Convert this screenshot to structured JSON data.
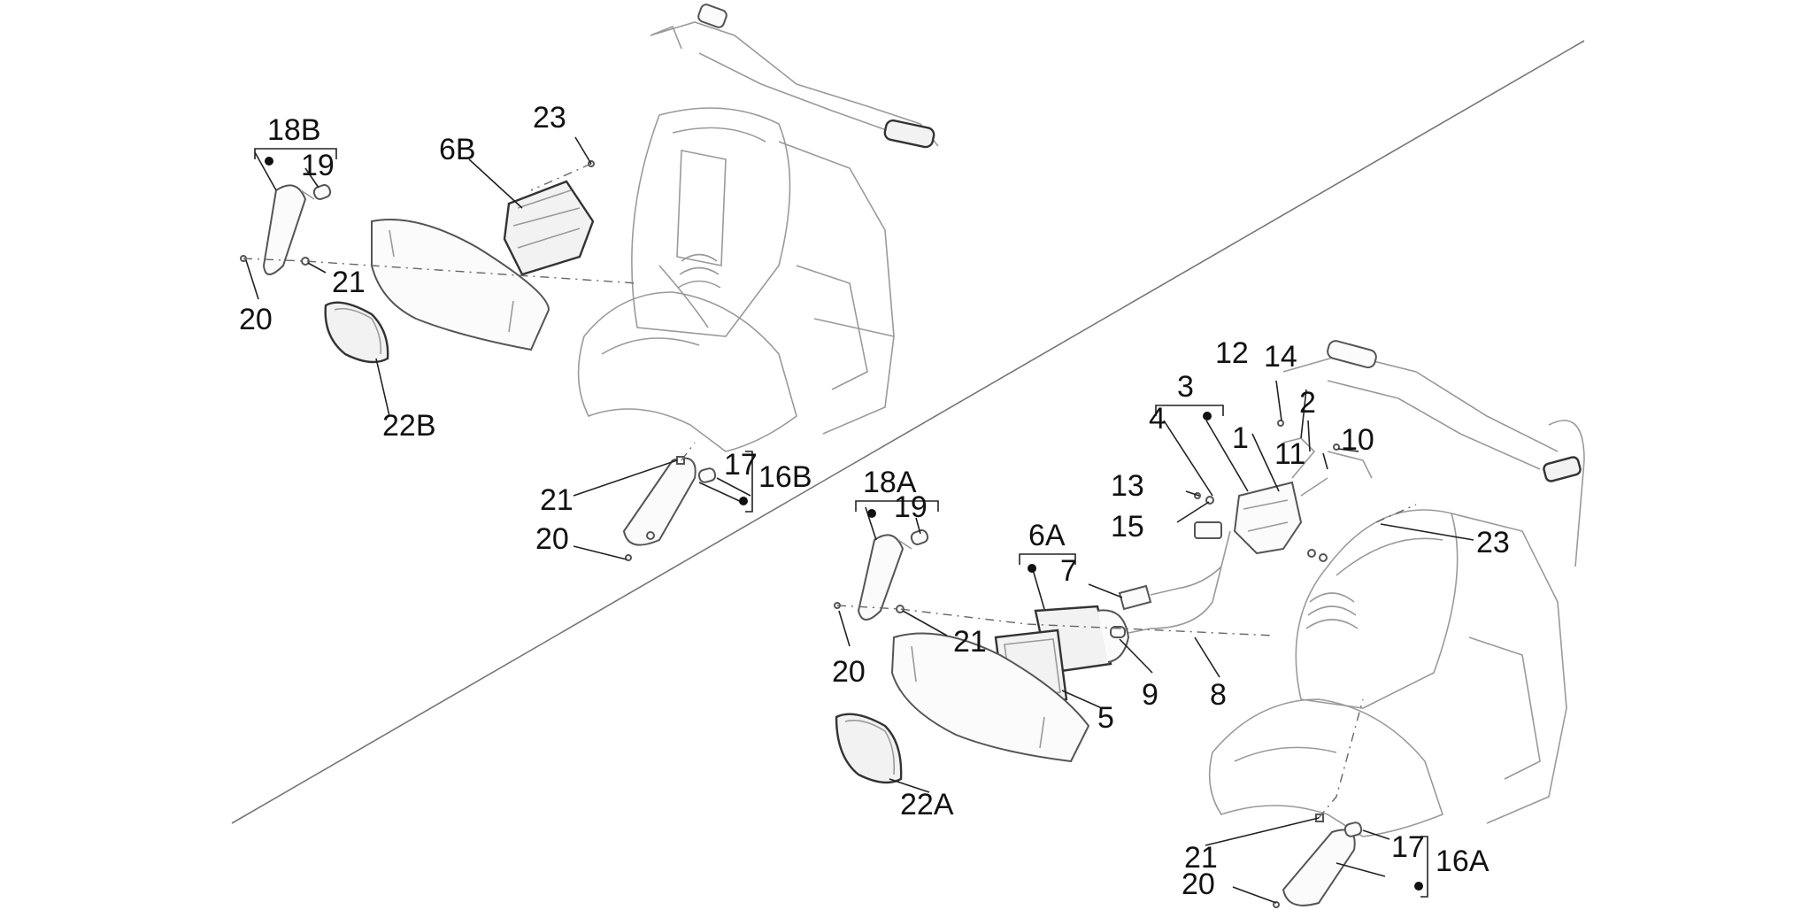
{
  "labels": {
    "l18B": "18B",
    "l19a": "19",
    "l23a": "23",
    "l6B": "6B",
    "l21a": "21",
    "l20a": "20",
    "l22B": "22B",
    "l17a": "17",
    "l16B": "16B",
    "l21b": "21",
    "l20b": "20",
    "l12": "12",
    "l14": "14",
    "l3": "3",
    "l4": "4",
    "l2": "2",
    "l1": "1",
    "l11": "11",
    "l10": "10",
    "l13": "13",
    "l15": "15",
    "l23b": "23",
    "l18A": "18A",
    "l19b": "19",
    "l6A": "6A",
    "l7": "7",
    "l21c": "21",
    "l20c": "20",
    "l9": "9",
    "l8": "8",
    "l5": "5",
    "l22A": "22A",
    "l21d": "21",
    "l17b": "17",
    "l16A": "16A",
    "l20d": "20"
  }
}
